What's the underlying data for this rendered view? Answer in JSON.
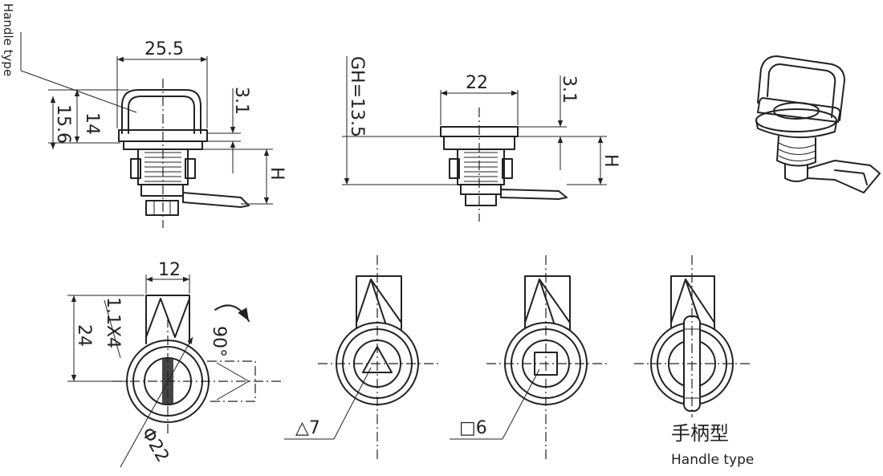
{
  "side_label": "Handle type",
  "front_view": {
    "width": "25.5",
    "dim_a": "14",
    "dim_b": "15.6",
    "dim_c": "3.1",
    "height": "H"
  },
  "middle_view": {
    "width": "22",
    "gh": "GH=13.5",
    "dim_c": "3.1",
    "height": "H"
  },
  "bottom_view": {
    "width": "12",
    "dim_a": "24",
    "dim_b": "1.1X4",
    "angle": "90°",
    "diameter": "Φ22"
  },
  "key_types": [
    {
      "label": "△7"
    },
    {
      "label": "□6"
    }
  ],
  "handle_label_cn": "手柄型",
  "handle_label_en": "Handle  type"
}
